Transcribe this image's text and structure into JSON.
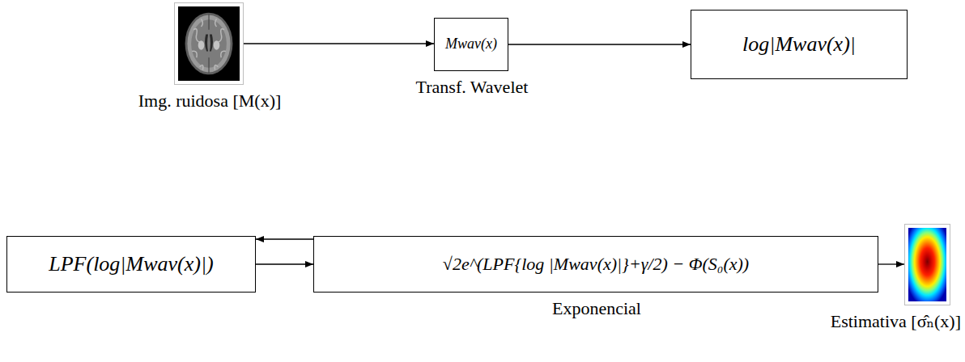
{
  "diagram": {
    "nodes": [
      {
        "text": [
          "Img. ruidosa [M(x)]"
        ]
      },
      {
        "text": [
          "Mwav(x)",
          "Transf. Wavelet"
        ]
      },
      {
        "text": [
          "log|Mwav(x)|"
        ]
      },
      {
        "text": [
          "LPF(log|Mwav(x)|)"
        ]
      },
      {
        "text": [
          "√2e^(LPF{log |Mwav(x)|}+γ/2) − Φ(S₀(x))",
          "Exponencial"
        ]
      },
      {
        "text": [
          "Estimativa [σ̂ₙ(x)]"
        ]
      }
    ],
    "edges": [
      {
        "from": 0,
        "to": 1,
        "arrow": "to"
      },
      {
        "from": 1,
        "to": 2,
        "arrow": "to"
      },
      {
        "from": 2,
        "to": 3,
        "arrow": "to"
      },
      {
        "from": 3,
        "to": 4,
        "arrow": "to"
      },
      {
        "from": 4,
        "to": 5,
        "arrow": "to"
      }
    ]
  }
}
